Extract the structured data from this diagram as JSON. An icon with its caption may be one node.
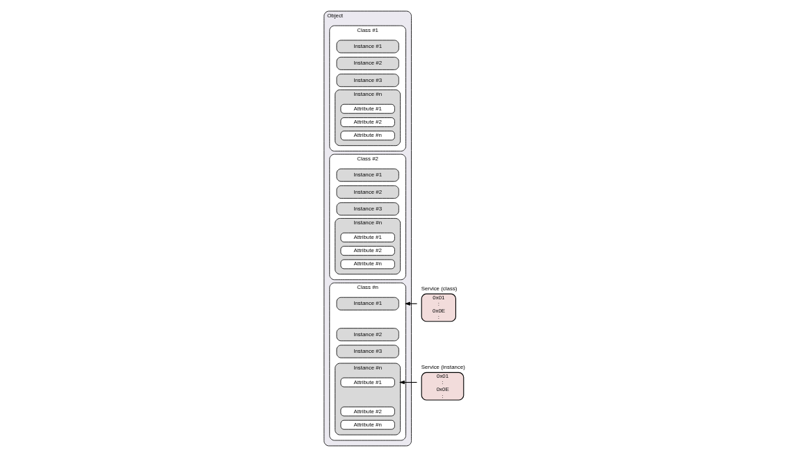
{
  "diagram": {
    "nodes": [
      {
        "text": [
          "Object"
        ]
      },
      {
        "text": [
          "Class #1"
        ],
        "in": 0
      },
      {
        "text": [
          "Instance #1"
        ],
        "in": 1
      },
      {
        "text": [
          "Instance #2"
        ],
        "in": 1
      },
      {
        "text": [
          "Instance #3"
        ],
        "in": 1
      },
      {
        "text": [
          "Instance #n"
        ],
        "in": 1
      },
      {
        "text": [
          "Attribute #1"
        ],
        "in": 5
      },
      {
        "text": [
          "Attribute #2"
        ],
        "in": 5
      },
      {
        "text": [
          "Attribute #n"
        ],
        "in": 5
      },
      {
        "text": [
          "Class #2"
        ],
        "in": 0
      },
      {
        "text": [
          "Instance #1"
        ],
        "in": 9
      },
      {
        "text": [
          "Instance #2"
        ],
        "in": 9
      },
      {
        "text": [
          "Instance #3"
        ],
        "in": 9
      },
      {
        "text": [
          "Instance #n"
        ],
        "in": 9
      },
      {
        "text": [
          "Attribute #1"
        ],
        "in": 13
      },
      {
        "text": [
          "Attribute #2"
        ],
        "in": 13
      },
      {
        "text": [
          "Attribute #n"
        ],
        "in": 13
      },
      {
        "text": [
          "Class #n"
        ],
        "in": 0
      },
      {
        "text": [
          "Instance #1"
        ],
        "in": 17
      },
      {
        "text": [
          "Instance #2"
        ],
        "in": 17
      },
      {
        "text": [
          "Instance #3"
        ],
        "in": 17
      },
      {
        "text": [
          "Instance #n"
        ],
        "in": 17
      },
      {
        "text": [
          "Attribute #1"
        ],
        "in": 21
      },
      {
        "text": [
          "Attribute #2"
        ],
        "in": 21
      },
      {
        "text": [
          "Attribute #n"
        ],
        "in": 21
      },
      {
        "text": [
          "Service (class)",
          "0x01",
          ":",
          "0x0E",
          ":"
        ]
      },
      {
        "text": [
          "Service (instance)",
          "0x01",
          ":",
          "0x0E",
          ":"
        ]
      }
    ],
    "edges": [
      {
        "from": 25,
        "to": 17,
        "arrow": "to"
      },
      {
        "from": 26,
        "to": 21,
        "arrow": "to"
      }
    ]
  }
}
